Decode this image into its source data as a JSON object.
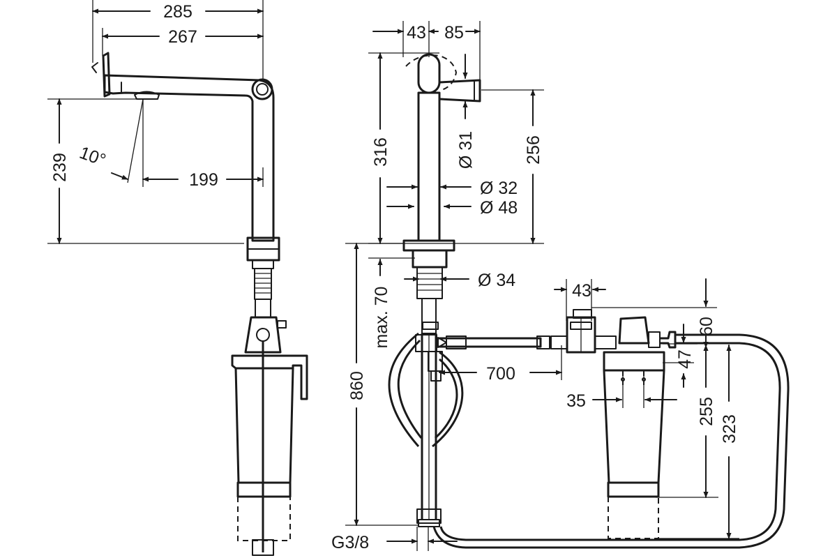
{
  "drawing": {
    "left_view": {
      "dims": {
        "width_outer": "285",
        "width_inner": "267",
        "height_spout": "239",
        "angle": "10°",
        "reach": "199"
      }
    },
    "front_view": {
      "dims": {
        "handle_offset_left": "43",
        "handle_offset_right": "85",
        "total_height": "316",
        "spout_height": "256",
        "spout_dia": "Ø 31",
        "body_dia_small": "Ø 32",
        "body_dia_large": "Ø 48",
        "shank_dia": "Ø 34",
        "max_thickness": "max. 70",
        "under_height": "860",
        "connection_thread": "G3/8",
        "hose_length": "700"
      }
    },
    "filter_view": {
      "dims": {
        "valve_width": "43",
        "top_offset": "60",
        "inlet_offset": "47",
        "inlet_spacing": "35",
        "filter_height": "255",
        "filter_total_height": "323"
      }
    }
  }
}
